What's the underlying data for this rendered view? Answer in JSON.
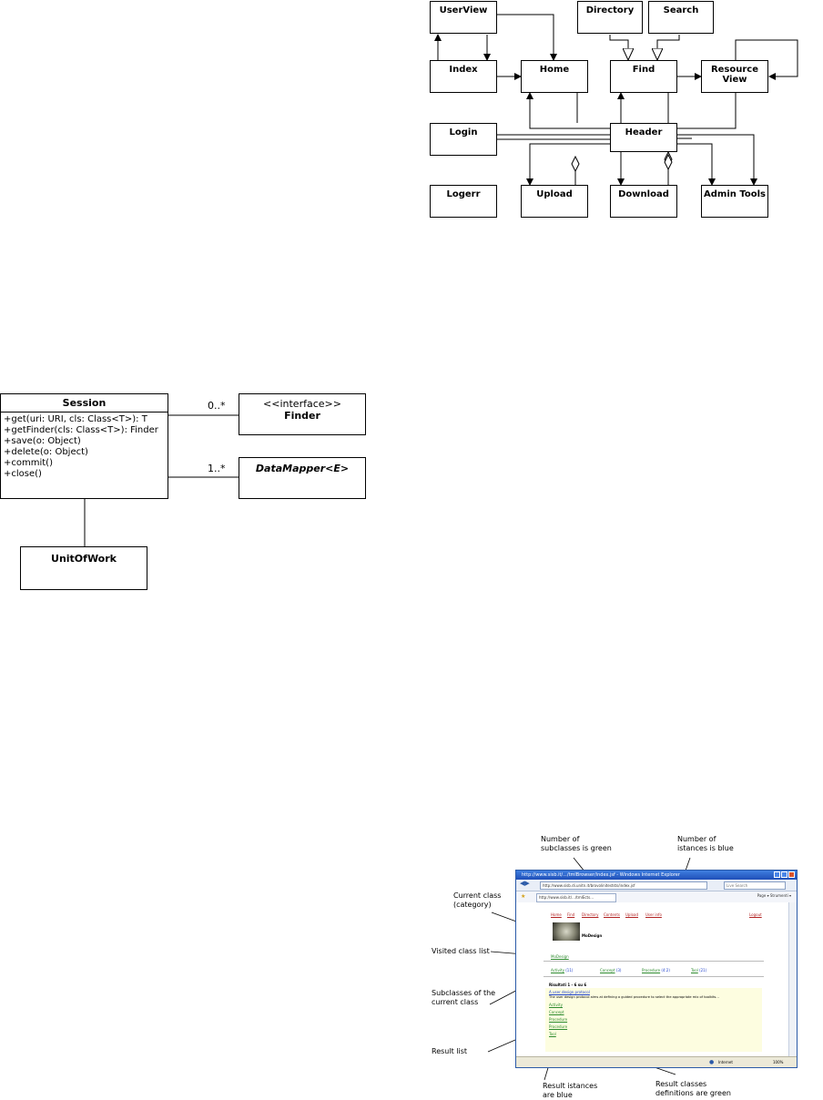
{
  "navigation_diagram": {
    "boxes": {
      "userview": "UserView",
      "directory": "Directory",
      "search": "Search",
      "index": "Index",
      "home": "Home",
      "find": "Find",
      "resource_view_line1": "Resource",
      "resource_view_line2": "View",
      "login": "Login",
      "header": "Header",
      "logerr": "Logerr",
      "upload": "Upload",
      "download": "Download",
      "admin_tools": "Admin Tools"
    }
  },
  "class_diagram": {
    "session": {
      "title": "Session",
      "operations": [
        "+get(uri: URI, cls: Class<T>): T",
        "+getFinder(cls: Class<T>): Finder",
        "+save(o: Object)",
        "+delete(o: Object)",
        "+commit()",
        "+close()"
      ]
    },
    "finder": {
      "stereotype": "<<interface>>",
      "title": "Finder"
    },
    "datamapper": {
      "title": "DataMapper<E>"
    },
    "unitofwork": {
      "title": "UnitOfWork"
    },
    "multiplicity_finder": "0..*",
    "multiplicity_datamapper": "1..*"
  },
  "screenshot_annotations": {
    "subclasses_green": [
      "Number of",
      "subclasses is green"
    ],
    "instances_blue": [
      "Number of",
      "istances is blue"
    ],
    "current_class": [
      "Current class",
      "(category)"
    ],
    "visited_list": [
      "Visited class list"
    ],
    "subclasses_current": [
      "Subclasses of the",
      "current class"
    ],
    "result_list": [
      "Result list"
    ],
    "result_instances": [
      "Result istances",
      "are blue"
    ],
    "result_classes": [
      "Result classes",
      "definitions are green"
    ]
  },
  "browser": {
    "title": "http://www.sisb.it/.../tmlBrowser/index.jsf - Windows Internet Explorer",
    "address": "http://www.sisb.di.unitn.it/brovoliniteststs/index.jsf",
    "search_placeholder": "Live Search",
    "tab": "http://www.sisb.it/.../tmlEcts...",
    "tools": "Page ▾  Strumenti ▾",
    "menu": [
      "Home",
      "Find",
      "Directory",
      "Contents",
      "Upload",
      "User info"
    ],
    "logout": "Logout",
    "current_class": "MoDesign",
    "visited": "MoDesign",
    "subclasses": [
      {
        "name": "Activity",
        "count": "(11)"
      },
      {
        "name": "Concept",
        "count": "(3)"
      },
      {
        "name": "Procedure",
        "count": "(4:2)"
      },
      {
        "name": "Tool",
        "count": "(21)"
      }
    ],
    "results_header": "Risultati 1 - 6 su 6",
    "result_first": "A user design protocol",
    "result_desc": "The user design protocol aims at defining a guided procedure to select the appropriate mix of toolkits...",
    "result_items": [
      "Activity",
      "Concept",
      "Procedure",
      "Procedure",
      "Tool"
    ],
    "status_zone": "Internet",
    "zoom": "100%"
  }
}
